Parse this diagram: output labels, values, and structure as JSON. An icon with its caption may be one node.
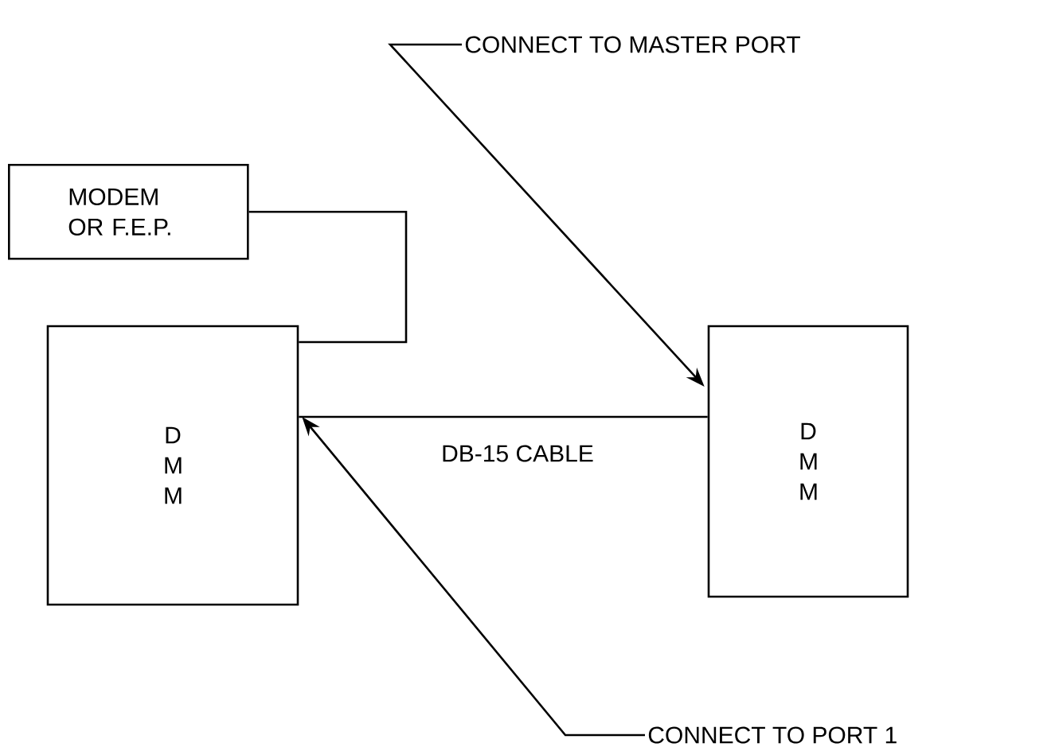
{
  "diagram": {
    "nodes": [
      {
        "text": [
          "MODEM OR F.E.P."
        ]
      },
      {
        "text": [
          "D M M"
        ]
      },
      {
        "text": [
          "D M M"
        ]
      },
      {
        "text": [
          "CONNECT TO MASTER PORT"
        ]
      },
      {
        "text": [
          "CONNECT TO PORT 1"
        ]
      }
    ],
    "edges": [
      {
        "from": 0,
        "to": 1,
        "arrow": "none"
      },
      {
        "from": 1,
        "to": 2,
        "arrow": "none",
        "label": "DB-15 CABLE"
      },
      {
        "from": 3,
        "to": 2,
        "arrow": "to"
      },
      {
        "from": 4,
        "to": 1,
        "arrow": "to"
      }
    ]
  }
}
